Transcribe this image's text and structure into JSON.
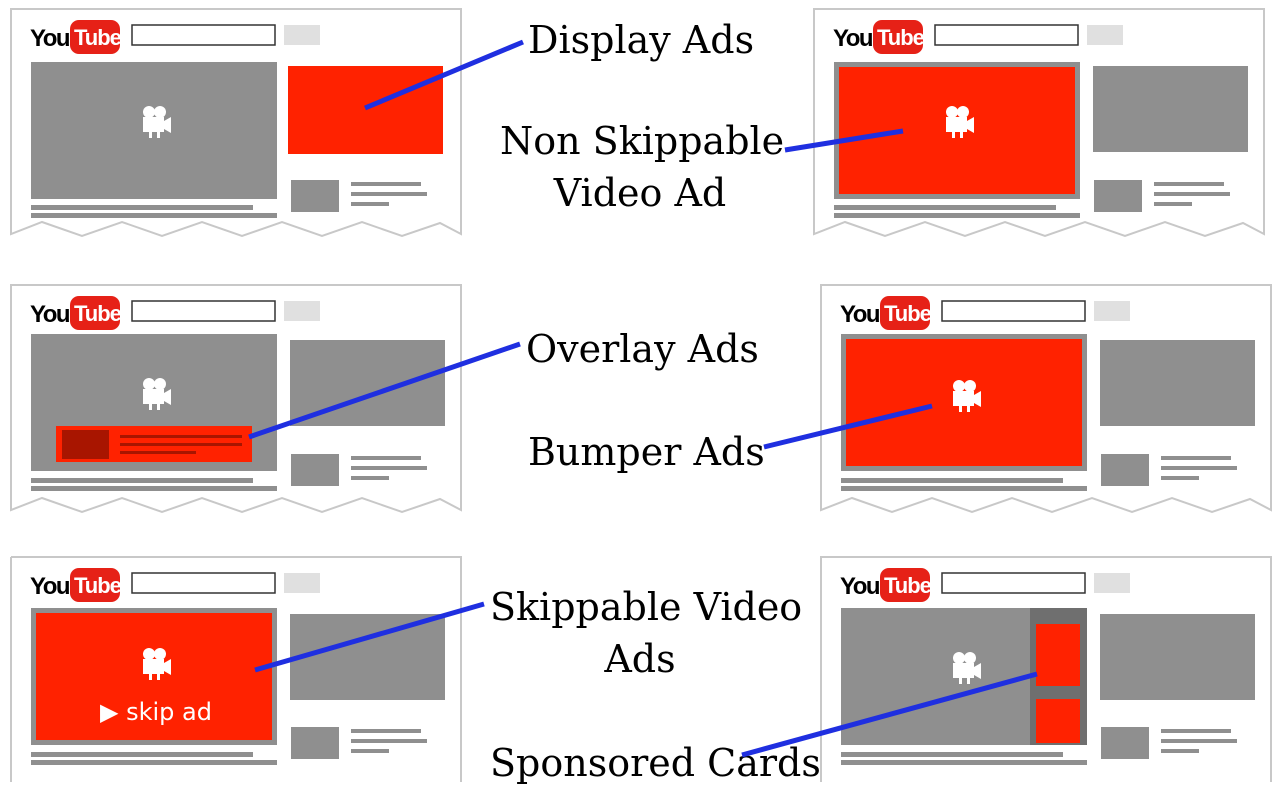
{
  "logo": {
    "you": "You",
    "tube": "Tube"
  },
  "panels": [
    {
      "id": "display",
      "label_lines": [
        "Display Ads"
      ],
      "skip_text": ""
    },
    {
      "id": "nonskip",
      "label_lines": [
        "Non Skippable",
        "Video Ad"
      ],
      "skip_text": ""
    },
    {
      "id": "overlay",
      "label_lines": [
        "Overlay Ads"
      ],
      "skip_text": ""
    },
    {
      "id": "bumper",
      "label_lines": [
        "Bumper Ads"
      ],
      "skip_text": ""
    },
    {
      "id": "skippable",
      "label_lines": [
        "Skippable Video",
        "Ads"
      ],
      "skip_text": "▶ skip ad"
    },
    {
      "id": "sponsored",
      "label_lines": [
        "Sponsored Cards"
      ],
      "skip_text": ""
    }
  ],
  "colors": {
    "ad_red": "#ff2200",
    "dark_red": "#a81500",
    "gray_block": "#8f8f8f",
    "light_gray": "#e0e0e0",
    "frame": "#c8c8c8",
    "connector": "#1f2fe0",
    "logo_red": "#e62117",
    "camera": "#ffffff"
  }
}
